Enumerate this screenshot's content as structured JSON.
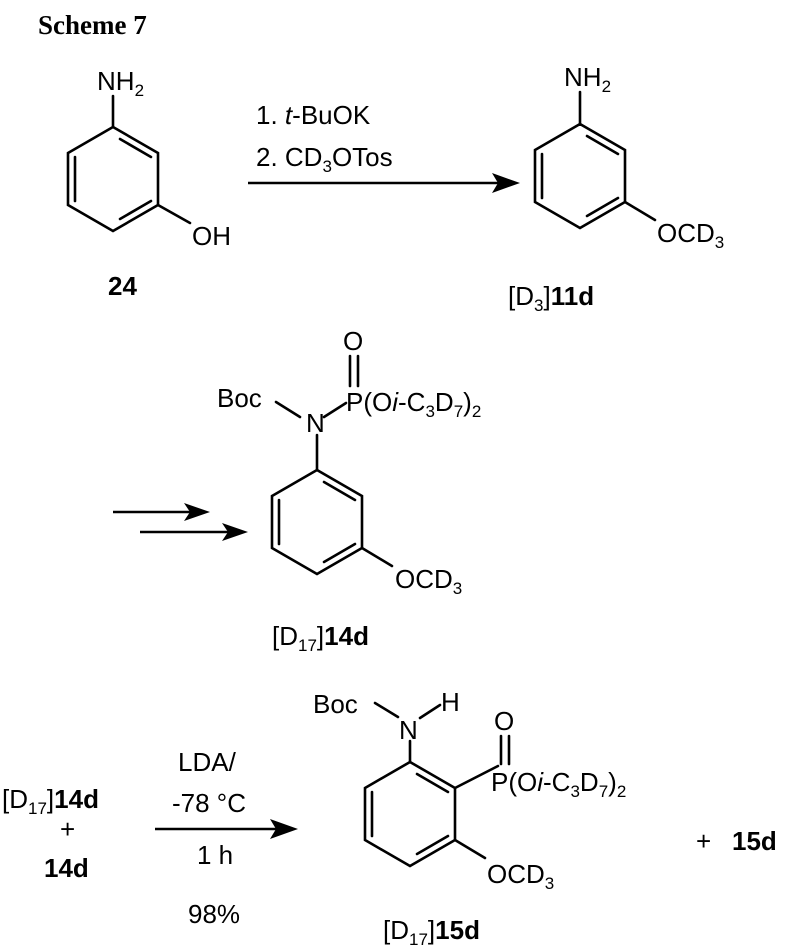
{
  "title": "Scheme 7",
  "step1": {
    "start": {
      "label": "24",
      "amine": {
        "base": "NH",
        "sub": "2"
      },
      "hydroxyl": "OH"
    },
    "conditions": {
      "line1": {
        "prefix": "1. ",
        "italic": "t",
        "rest": "-BuOK"
      },
      "line2": {
        "prefix": "2. CD",
        "sub": "3",
        "rest": "OTos"
      }
    },
    "product": {
      "amine": {
        "base": "NH",
        "sub": "2"
      },
      "ether": {
        "base": "OCD",
        "sub": "3"
      },
      "label": {
        "open": "[D",
        "sub": "3",
        "close": "]",
        "bold": "11d"
      }
    }
  },
  "step2": {
    "product": {
      "oxo": "O",
      "boc": "Boc",
      "nitrogen": "N",
      "phosphonate": {
        "p": "P(O",
        "italic": "i",
        "mid": "-C",
        "sub1": "3",
        "mid2": "D",
        "sub2": "7",
        "close": ")",
        "sub3": "2"
      },
      "ether": {
        "base": "OCD",
        "sub": "3"
      },
      "label": {
        "open": "[D",
        "sub": "17",
        "close": "]",
        "bold": "14d"
      }
    }
  },
  "step3": {
    "reactant1": {
      "open": "[D",
      "sub": "17",
      "close": "]",
      "bold": "14d"
    },
    "plus": "+",
    "reactant2": "14d",
    "conditions": {
      "line1": "LDA/",
      "line2": "-78 °C",
      "line3": "1 h",
      "yield": "98%"
    },
    "product": {
      "boc": "Boc",
      "nitrogen": "N",
      "hydrogen": "H",
      "oxo": "O",
      "phosphonate": {
        "p": "P(O",
        "italic": "i",
        "mid": "-C",
        "sub1": "3",
        "mid2": "D",
        "sub2": "7",
        "close": ")",
        "sub3": "2"
      },
      "ether": {
        "base": "OCD",
        "sub": "3"
      },
      "label": {
        "open": "[D",
        "sub": "17",
        "close": "]",
        "bold": "15d"
      }
    },
    "side_product": "15d"
  }
}
